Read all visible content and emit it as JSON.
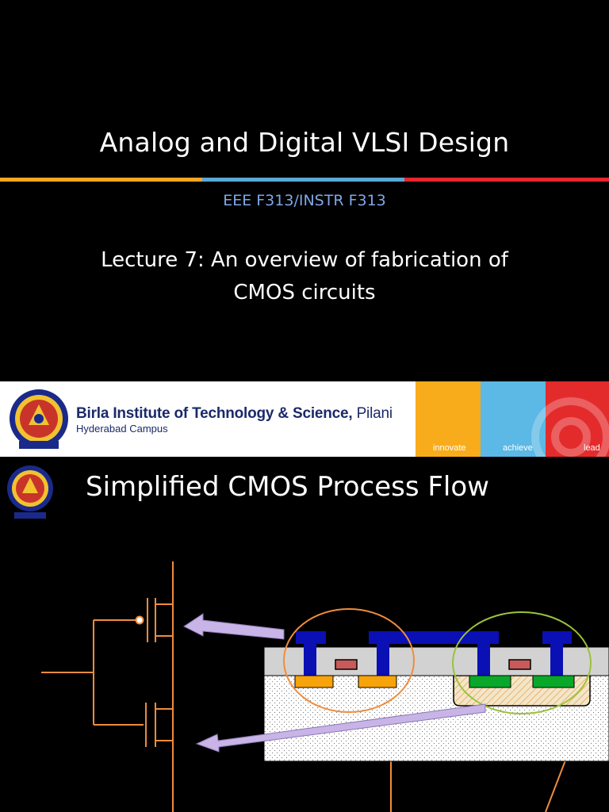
{
  "slide1": {
    "title": "Analog and Digital VLSI Design",
    "course_code": "EEE F313/INSTR F313",
    "lecture_line1": "Lecture 7: An overview of fabrication of",
    "lecture_line2": "CMOS circuits"
  },
  "banner": {
    "institute_bold": "Birla Institute of Technology & Science,",
    "institute_city": "Pilani",
    "campus": "Hyderabad Campus",
    "tiles": [
      "innovate",
      "achieve",
      "lead"
    ]
  },
  "slide2": {
    "title": "Simplified CMOS Process Flow"
  },
  "colors": {
    "stripe_orange": "#f5a623",
    "stripe_blue": "#5aa8d6",
    "stripe_red": "#e8262d",
    "metal": "#0a10b4",
    "pmos_diffusion": "#f7a30c",
    "nmos_diffusion": "#0aa82a",
    "gate": "#c85a5a",
    "arrow": "#c8b4e6",
    "schematic": "#f08c3c"
  }
}
